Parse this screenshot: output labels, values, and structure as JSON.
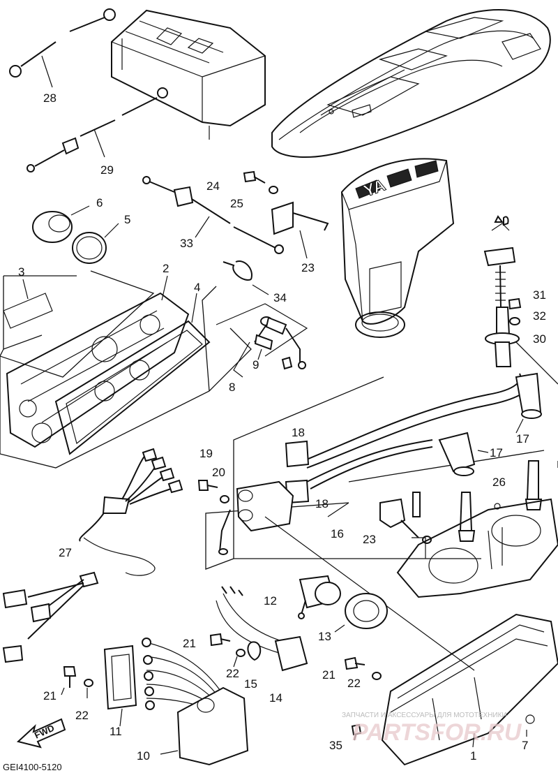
{
  "diagram": {
    "callouts": [
      {
        "id": "28",
        "text": "28"
      },
      {
        "id": "29",
        "text": "29"
      },
      {
        "id": "6",
        "text": "6"
      },
      {
        "id": "5",
        "text": "5"
      },
      {
        "id": "24",
        "text": "24"
      },
      {
        "id": "25",
        "text": "25"
      },
      {
        "id": "33",
        "text": "33"
      },
      {
        "id": "23a",
        "text": "23"
      },
      {
        "id": "34",
        "text": "34"
      },
      {
        "id": "3",
        "text": "3"
      },
      {
        "id": "2",
        "text": "2"
      },
      {
        "id": "4",
        "text": "4"
      },
      {
        "id": "9",
        "text": "9"
      },
      {
        "id": "8",
        "text": "8"
      },
      {
        "id": "31",
        "text": "31"
      },
      {
        "id": "32",
        "text": "32"
      },
      {
        "id": "30",
        "text": "30"
      },
      {
        "id": "17a",
        "text": "17"
      },
      {
        "id": "17b",
        "text": "17"
      },
      {
        "id": "18a",
        "text": "18"
      },
      {
        "id": "18b",
        "text": "18"
      },
      {
        "id": "19",
        "text": "19"
      },
      {
        "id": "20",
        "text": "20"
      },
      {
        "id": "26",
        "text": "26"
      },
      {
        "id": "16",
        "text": "16"
      },
      {
        "id": "23b",
        "text": "23"
      },
      {
        "id": "27",
        "text": "27"
      },
      {
        "id": "12",
        "text": "12"
      },
      {
        "id": "13",
        "text": "13"
      },
      {
        "id": "21a",
        "text": "21"
      },
      {
        "id": "22a",
        "text": "22"
      },
      {
        "id": "15",
        "text": "15"
      },
      {
        "id": "14",
        "text": "14"
      },
      {
        "id": "21b",
        "text": "21"
      },
      {
        "id": "22b",
        "text": "22"
      },
      {
        "id": "21c",
        "text": "21"
      },
      {
        "id": "22c",
        "text": "22"
      },
      {
        "id": "11",
        "text": "11"
      },
      {
        "id": "10",
        "text": "10"
      },
      {
        "id": "35",
        "text": "35"
      },
      {
        "id": "1",
        "text": "1"
      },
      {
        "id": "7",
        "text": "7"
      }
    ],
    "hood_lettering": "YA",
    "fwd_arrow_label": "FWD",
    "drawing_code": "GEI4100-5120",
    "watermark_small": "ЗАПЧАСТИ И АКСЕССУАРЫ ДЛЯ МОТОТЕХНИКИ",
    "watermark_large": "PARTSFOR.RU"
  }
}
